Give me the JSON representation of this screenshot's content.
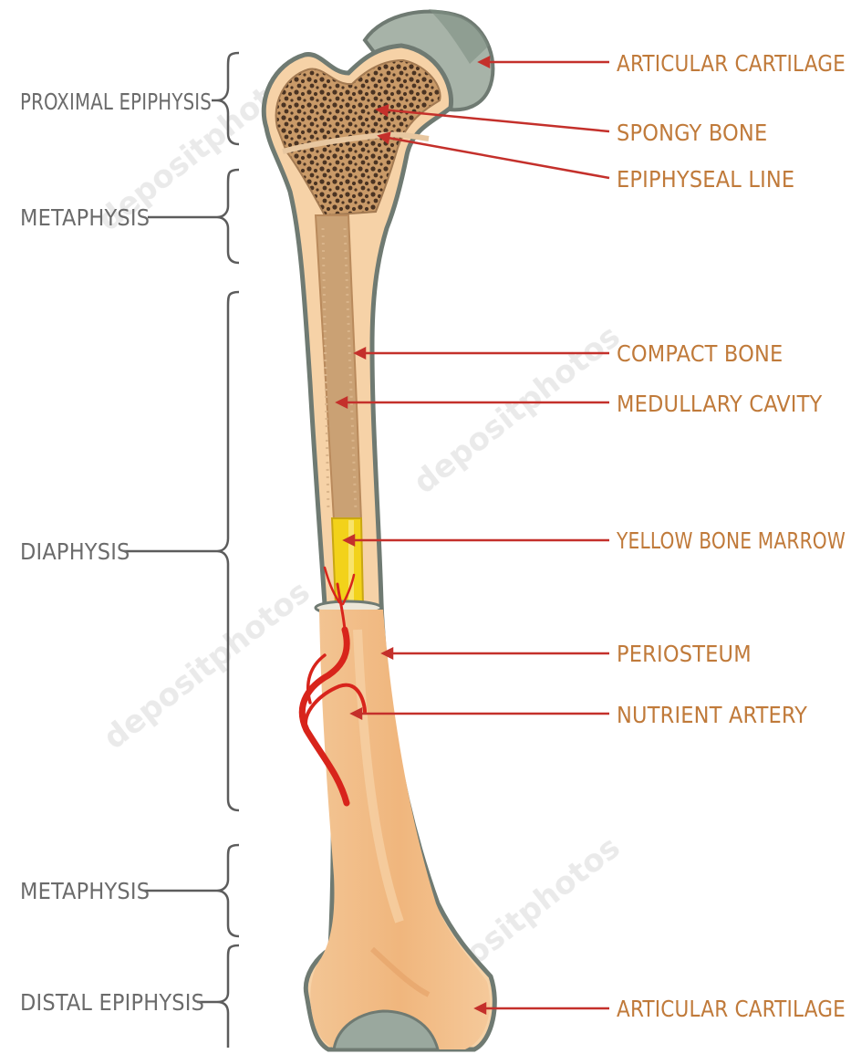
{
  "colors": {
    "outline": "#6f7a72",
    "bone_light": "#f7d3a8",
    "bone_mid": "#f0ba86",
    "bone_dark": "#e5a066",
    "spongy": "#b98a5c",
    "medullary": "#caa174",
    "cartilage": "#9aa89e",
    "marrow": "#f2d21a",
    "artery": "#d8241b",
    "pointer": "#c4302b",
    "bracket": "#5c5c5c",
    "left_text": "#6b6b6b",
    "right_text": "#c07a3a"
  },
  "left_labels": [
    {
      "id": "proximal-epiphysis",
      "text": "PROXIMAL EPIPHYSIS"
    },
    {
      "id": "metaphysis-upper",
      "text": "METAPHYSIS"
    },
    {
      "id": "diaphysis",
      "text": "DIAPHYSIS"
    },
    {
      "id": "metaphysis-lower",
      "text": "METAPHYSIS"
    },
    {
      "id": "distal-epiphysis",
      "text": "DISTAL EPIPHYSIS"
    }
  ],
  "right_labels": [
    {
      "id": "articular-cartilage-top",
      "text": "ARTICULAR CARTILAGE"
    },
    {
      "id": "spongy-bone",
      "text": "SPONGY BONE"
    },
    {
      "id": "epiphyseal-line",
      "text": "EPIPHYSEAL LINE"
    },
    {
      "id": "compact-bone",
      "text": "COMPACT BONE"
    },
    {
      "id": "medullary-cavity",
      "text": "MEDULLARY CAVITY"
    },
    {
      "id": "yellow-bone-marrow",
      "text": "YELLOW BONE MARROW"
    },
    {
      "id": "periosteum",
      "text": "PERIOSTEUM"
    },
    {
      "id": "nutrient-artery",
      "text": "NUTRIENT ARTERY"
    },
    {
      "id": "articular-cartilage-bottom",
      "text": "ARTICULAR CARTILAGE"
    }
  ],
  "watermark": "depositphotos"
}
